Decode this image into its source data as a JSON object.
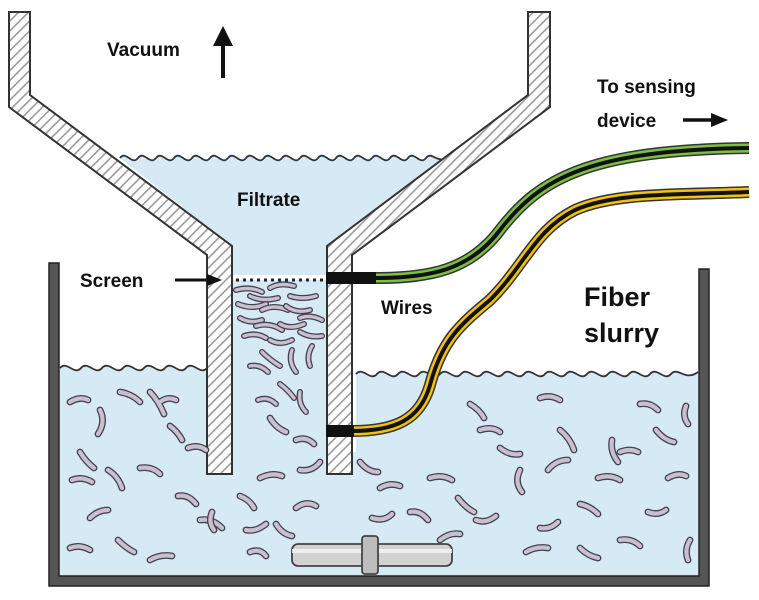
{
  "labels": {
    "vacuum": "Vacuum",
    "to_sensing_line1": "To sensing",
    "to_sensing_line2": "device",
    "filtrate": "Filtrate",
    "screen": "Screen",
    "wires": "Wires",
    "fiber_slurry_line1": "Fiber",
    "fiber_slurry_line2": "slurry"
  },
  "colors": {
    "liquid": "#d6eaf6",
    "wall_hatch": "#9a9a9a",
    "wall_outline": "#333333",
    "container": "#505050",
    "fiber_fill": "#c9bfcf",
    "fiber_outline": "#454050",
    "wire_green": "#7bc043",
    "wire_yellow": "#f2c20f",
    "wire_core": "#111111",
    "stirrer": "#c8c8c8"
  },
  "icons": {
    "vacuum_arrow": "arrow-up-icon",
    "device_arrow": "arrow-right-icon",
    "screen_arrow": "arrow-right-icon"
  }
}
